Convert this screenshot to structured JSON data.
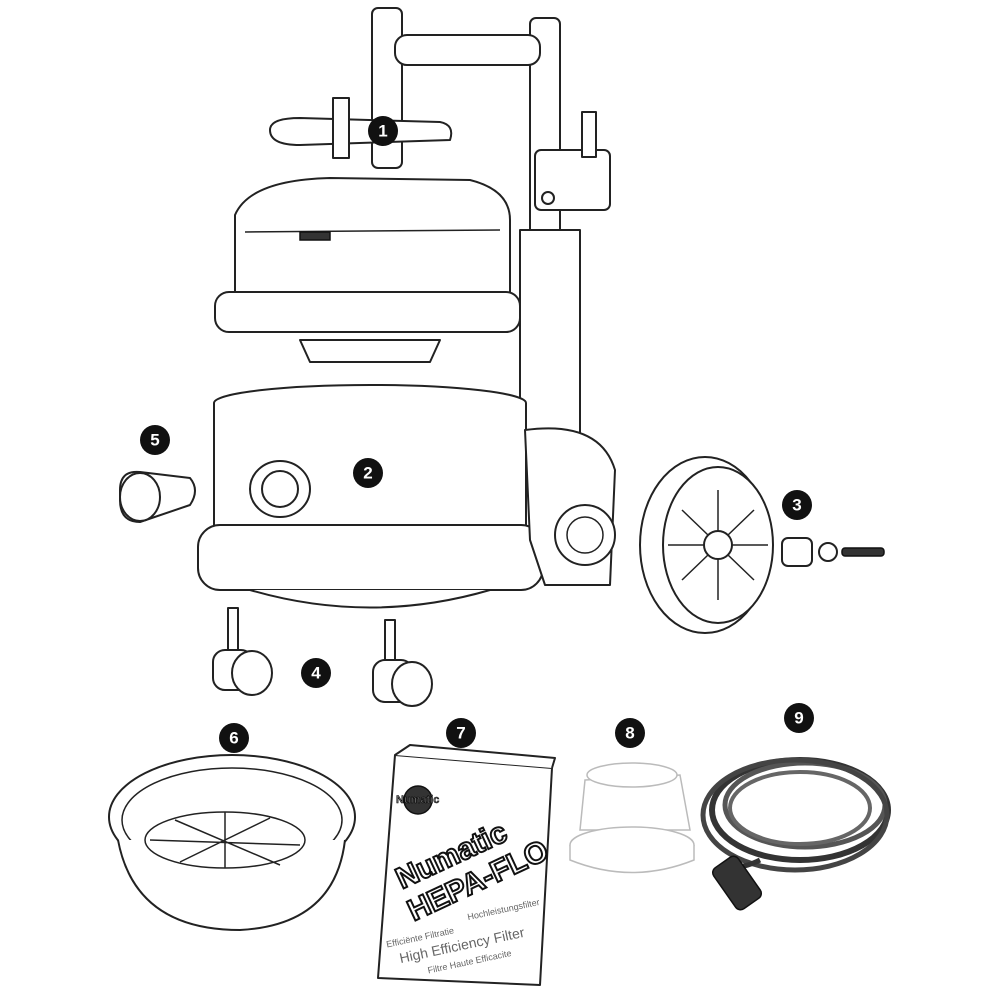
{
  "diagram": {
    "callouts": [
      "1",
      "2",
      "3",
      "4",
      "5",
      "6",
      "7",
      "8",
      "9"
    ],
    "filter_box": {
      "brand": "Numatic",
      "product": "HEPA-FLO",
      "line_nl": "Efficiënte Filtratie",
      "line_de": "Hochleistungsfilter",
      "line_en": "High Efficiency Filter",
      "line_fr": "Filtre Haute Efficacite"
    }
  }
}
